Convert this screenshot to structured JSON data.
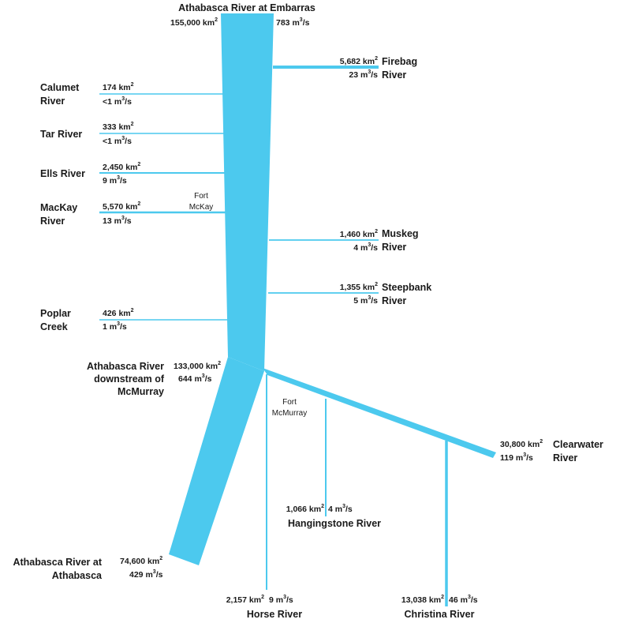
{
  "colors": {
    "river": "#4CC9EE",
    "text": "#1a1a1a",
    "background": "#ffffff"
  },
  "units": {
    "area": "km",
    "area_exp": "2",
    "flow": "m",
    "flow_exp": "3",
    "flow_suffix": "/s"
  },
  "main": {
    "embarras": {
      "name": "Athabasca River at Embarras",
      "area": "155,000",
      "flow": "783"
    },
    "mcmurray": {
      "name_lines": [
        "Athabasca River",
        "downstream of",
        "McMurray"
      ],
      "area": "133,000",
      "flow": "644"
    },
    "athabasca": {
      "name_lines": [
        "Athabasca River at",
        "Athabasca"
      ],
      "area": "74,600",
      "flow": "429"
    }
  },
  "towns": {
    "fort_mckay": [
      "Fort",
      "McKay"
    ],
    "fort_mcmurray": [
      "Fort",
      "McMurray"
    ]
  },
  "tributaries": {
    "calumet": {
      "name_lines": [
        "Calumet",
        "River"
      ],
      "area": "174",
      "flow": "<1"
    },
    "tar": {
      "name_lines": [
        "Tar River"
      ],
      "area": "333",
      "flow": "<1"
    },
    "ells": {
      "name_lines": [
        "Ells River"
      ],
      "area": "2,450",
      "flow": "9"
    },
    "mackay": {
      "name_lines": [
        "MacKay",
        "River"
      ],
      "area": "5,570",
      "flow": "13"
    },
    "poplar": {
      "name_lines": [
        "Poplar",
        "Creek"
      ],
      "area": "426",
      "flow": "1"
    },
    "firebag": {
      "name_lines": [
        "Firebag",
        "River"
      ],
      "area": "5,682",
      "flow": "23"
    },
    "muskeg": {
      "name_lines": [
        "Muskeg",
        "River"
      ],
      "area": "1,460",
      "flow": "4"
    },
    "steepbank": {
      "name_lines": [
        "Steepbank",
        "River"
      ],
      "area": "1,355",
      "flow": "5"
    },
    "clearwater": {
      "name_lines": [
        "Clearwater",
        "River"
      ],
      "area": "30,800",
      "flow": "119"
    },
    "hangingstone": {
      "name_lines": [
        "Hangingstone River"
      ],
      "area": "1,066",
      "flow": "4"
    },
    "horse": {
      "name_lines": [
        "Horse River"
      ],
      "area": "2,157",
      "flow": "9"
    },
    "christina": {
      "name_lines": [
        "Christina River"
      ],
      "area": "13,038",
      "flow": "46"
    }
  }
}
